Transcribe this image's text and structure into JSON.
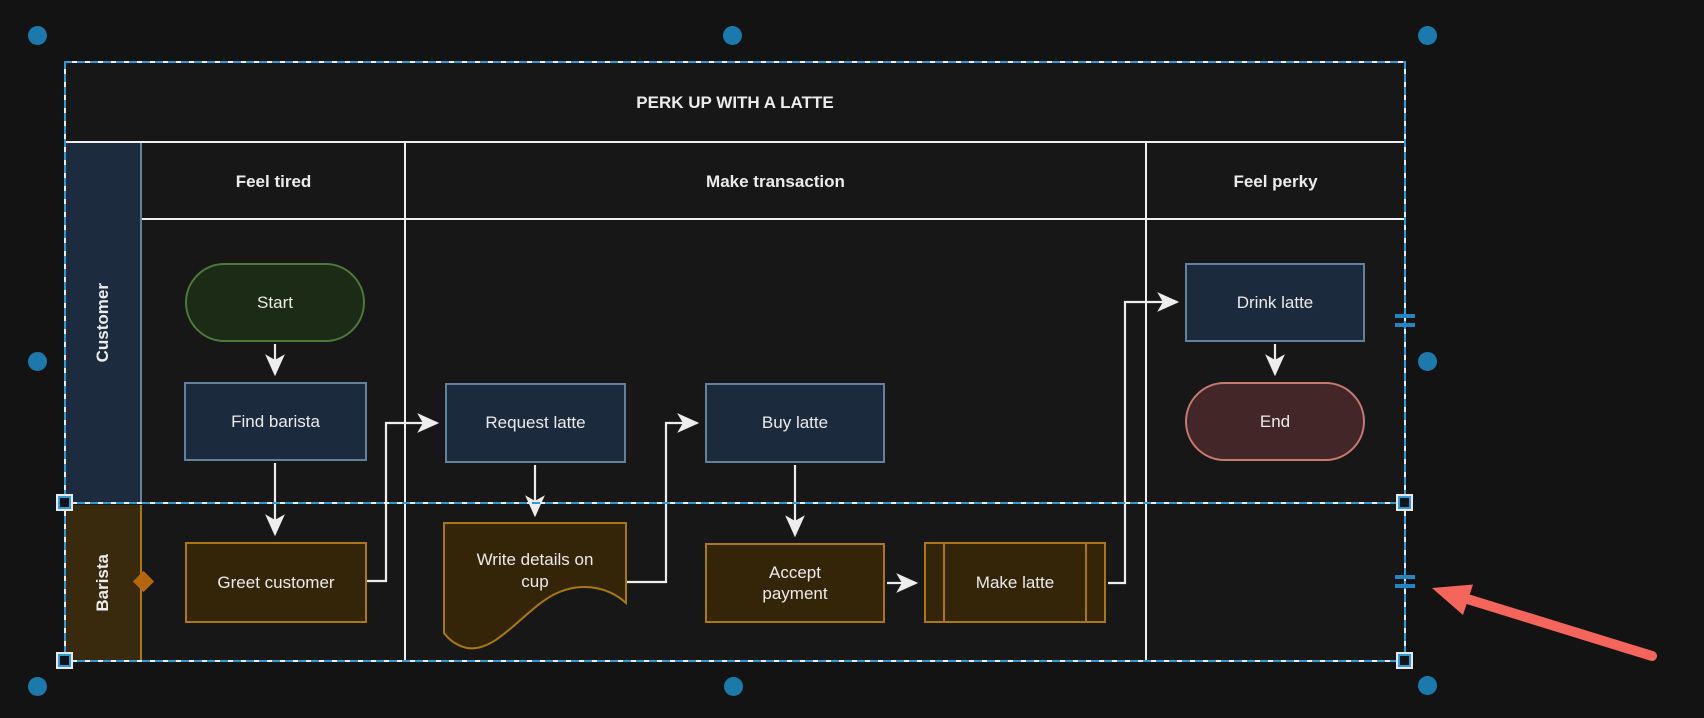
{
  "diagram": {
    "title": "PERK UP WITH A LATTE",
    "phases": [
      {
        "label": "Feel tired"
      },
      {
        "label": "Make transaction"
      },
      {
        "label": "Feel perky"
      }
    ],
    "lanes": [
      {
        "label": "Customer"
      },
      {
        "label": "Barista"
      }
    ],
    "nodes": {
      "start": {
        "label": "Start",
        "type": "terminator",
        "lane": "Customer",
        "phase": "Feel tired"
      },
      "find_barista": {
        "label": "Find barista",
        "type": "process",
        "lane": "Customer",
        "phase": "Feel tired"
      },
      "request_latte": {
        "label": "Request latte",
        "type": "process",
        "lane": "Customer",
        "phase": "Make transaction"
      },
      "buy_latte": {
        "label": "Buy latte",
        "type": "process",
        "lane": "Customer",
        "phase": "Make transaction"
      },
      "drink_latte": {
        "label": "Drink latte",
        "type": "process",
        "lane": "Customer",
        "phase": "Feel perky"
      },
      "end": {
        "label": "End",
        "type": "terminator",
        "lane": "Customer",
        "phase": "Feel perky"
      },
      "greet_customer": {
        "label": "Greet customer",
        "type": "process",
        "lane": "Barista",
        "phase": "Feel tired"
      },
      "write_details": {
        "label": "Write details on cup",
        "type": "document",
        "lane": "Barista",
        "phase": "Make transaction"
      },
      "accept_payment": {
        "label": "Accept payment",
        "type": "process",
        "lane": "Barista",
        "phase": "Make transaction"
      },
      "make_latte": {
        "label": "Make latte",
        "type": "predefined-process",
        "lane": "Barista",
        "phase": "Make transaction"
      }
    },
    "edges": [
      {
        "from": "Start",
        "to": "Find barista"
      },
      {
        "from": "Find barista",
        "to": "Greet customer"
      },
      {
        "from": "Greet customer",
        "to": "Request latte"
      },
      {
        "from": "Request latte",
        "to": "Write details on cup"
      },
      {
        "from": "Write details on cup",
        "to": "Buy latte"
      },
      {
        "from": "Buy latte",
        "to": "Accept payment"
      },
      {
        "from": "Accept payment",
        "to": "Make latte"
      },
      {
        "from": "Make latte",
        "to": "Drink latte"
      },
      {
        "from": "Drink latte",
        "to": "End"
      }
    ],
    "selection": {
      "selected_elements": [
        "pool",
        "lane-Barista"
      ],
      "colors": {
        "selection_dash_blue": "#2e9ad7",
        "selection_dash_white": "#ededed",
        "handle_dot_blue": "#1b79ab",
        "lane_resize_bar_blue": "#2386c2",
        "diamond_handle_orange": "#b4650e"
      }
    },
    "colors": {
      "canvas_bg": "#131313",
      "pool_bg": "#171717",
      "grid_line": "#f0f0f0",
      "connector": "#ededed",
      "terminator_start_fill": "#1c2b16",
      "terminator_start_stroke": "#4d7a39",
      "terminator_end_fill": "#432628",
      "terminator_end_stroke": "#c77b70",
      "process_customer_fill": "#1b2a3c",
      "process_customer_stroke": "#64809f",
      "process_barista_fill": "#342408",
      "process_barista_stroke": "#a9790f",
      "lane_label_customer_fill": "#1d2b3e",
      "lane_label_barista_fill": "#392a0e",
      "annotation_arrow_red": "#f4655b"
    }
  }
}
